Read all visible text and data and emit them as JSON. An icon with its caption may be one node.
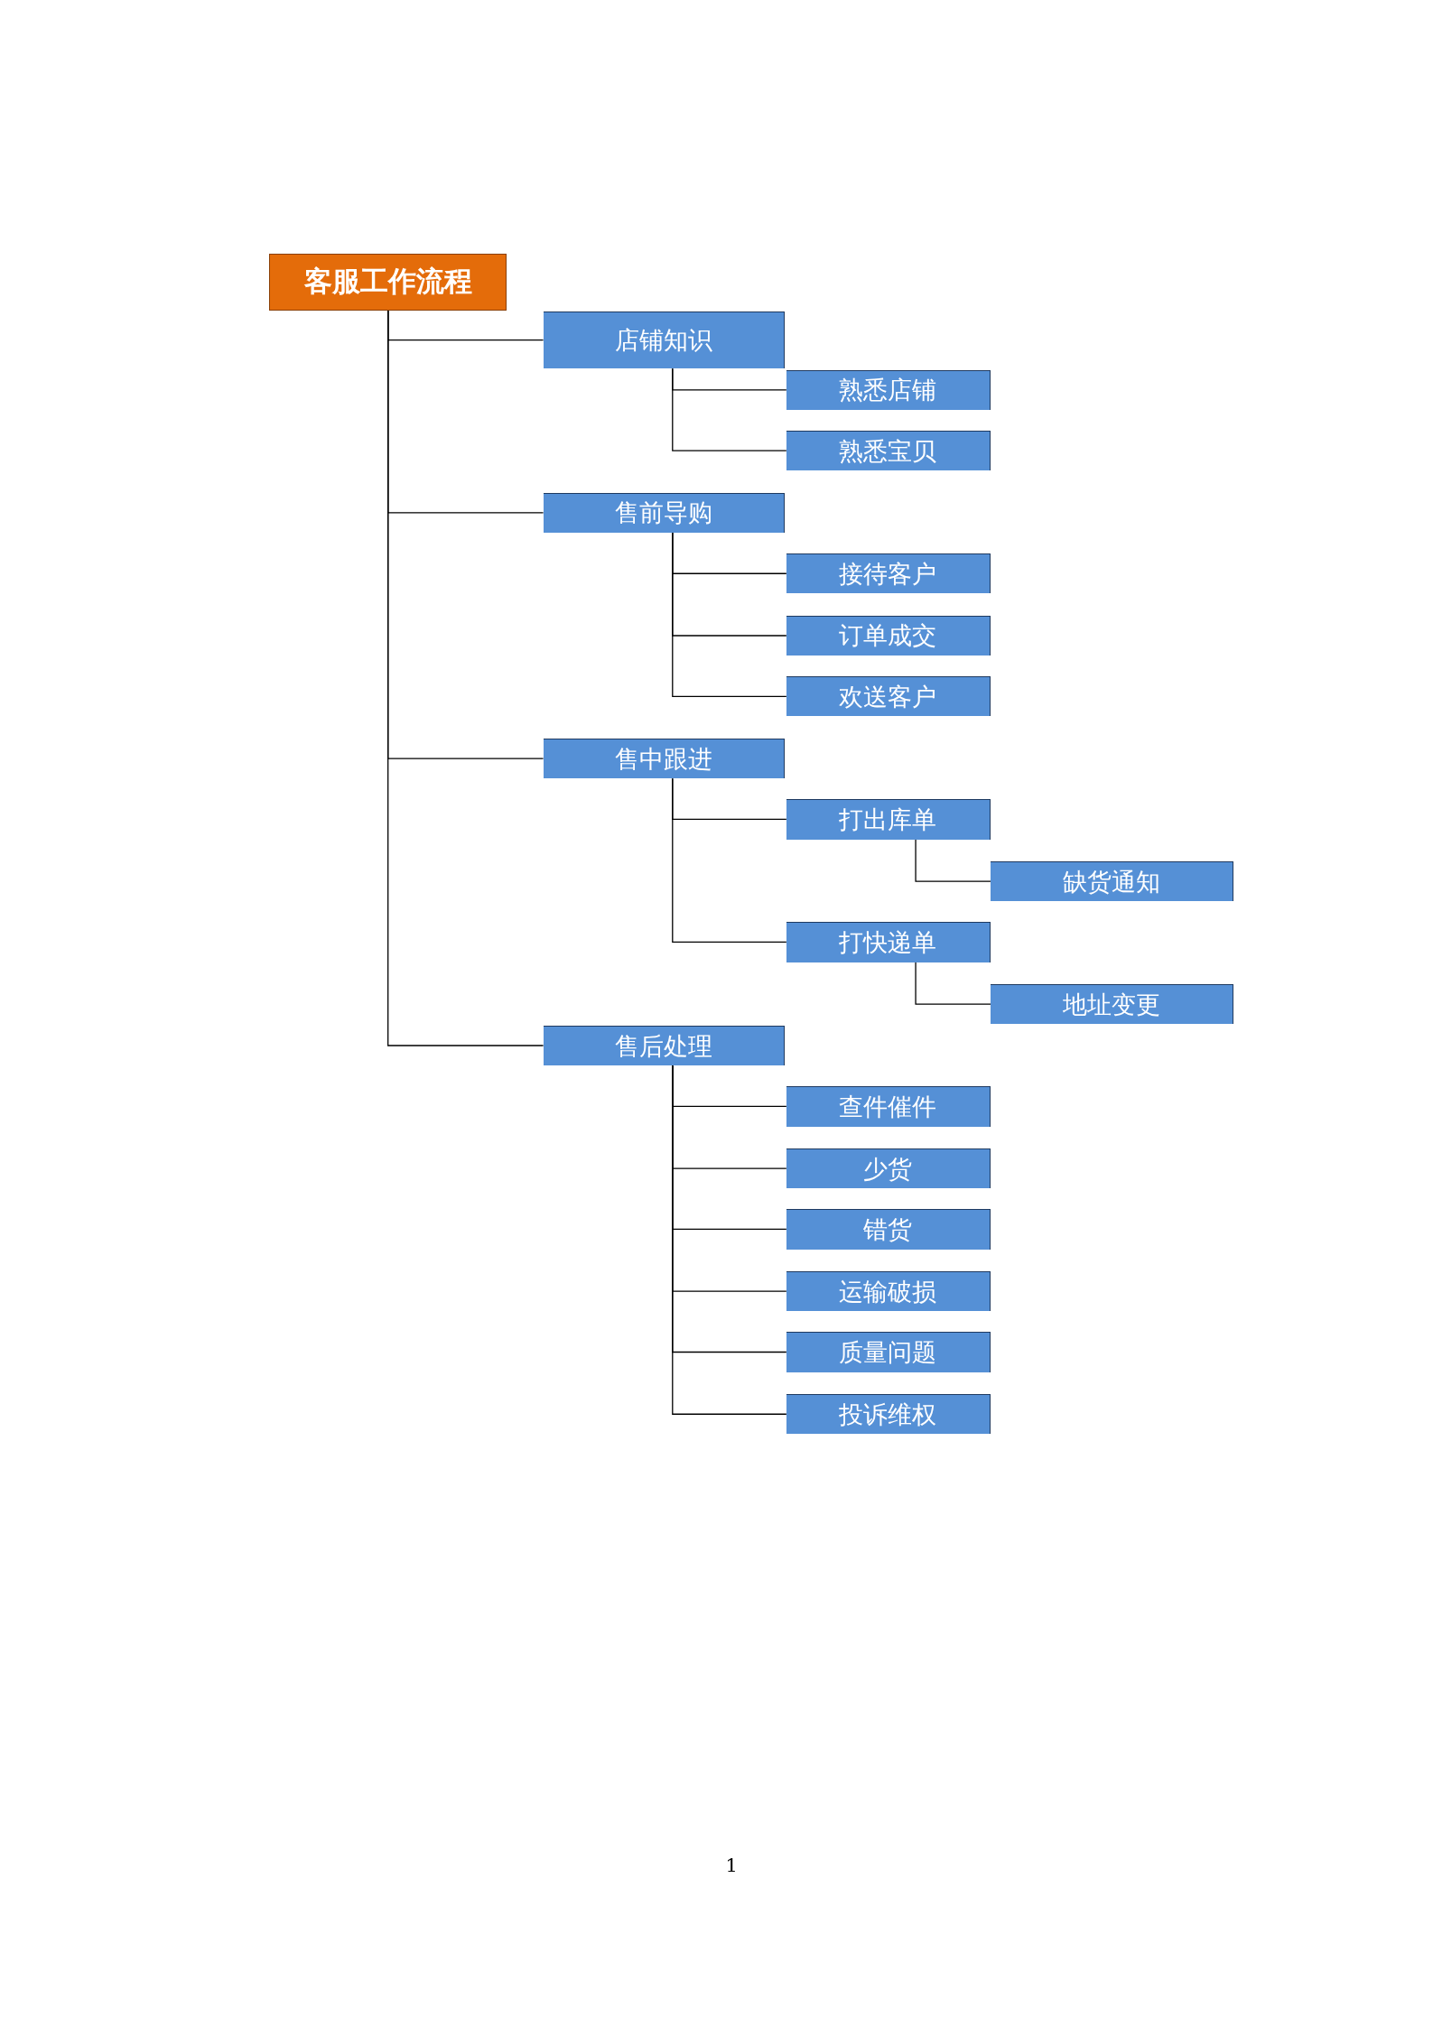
{
  "diagram": {
    "nodes": [
      {
        "text": [
          "客服工作流程"
        ]
      },
      {
        "text": [
          "店铺知识"
        ]
      },
      {
        "text": [
          "熟悉店铺"
        ]
      },
      {
        "text": [
          "熟悉宝贝"
        ]
      },
      {
        "text": [
          "售前导购"
        ]
      },
      {
        "text": [
          "接待客户"
        ]
      },
      {
        "text": [
          "订单成交"
        ]
      },
      {
        "text": [
          "欢送客户"
        ]
      },
      {
        "text": [
          "售中跟进"
        ]
      },
      {
        "text": [
          "打出库单"
        ]
      },
      {
        "text": [
          "缺货通知"
        ]
      },
      {
        "text": [
          "打快递单"
        ]
      },
      {
        "text": [
          "地址变更"
        ]
      },
      {
        "text": [
          "售后处理"
        ]
      },
      {
        "text": [
          "查件催件"
        ]
      },
      {
        "text": [
          "少货"
        ]
      },
      {
        "text": [
          "错货"
        ]
      },
      {
        "text": [
          "运输破损"
        ]
      },
      {
        "text": [
          "质量问题"
        ]
      },
      {
        "text": [
          "投诉维权"
        ]
      }
    ],
    "edges": [
      {
        "from": 0,
        "to": 1,
        "arrow": "none"
      },
      {
        "from": 0,
        "to": 4,
        "arrow": "none"
      },
      {
        "from": 0,
        "to": 8,
        "arrow": "none"
      },
      {
        "from": 0,
        "to": 13,
        "arrow": "none"
      },
      {
        "from": 1,
        "to": 2,
        "arrow": "none"
      },
      {
        "from": 1,
        "to": 3,
        "arrow": "none"
      },
      {
        "from": 4,
        "to": 5,
        "arrow": "none"
      },
      {
        "from": 4,
        "to": 6,
        "arrow": "none"
      },
      {
        "from": 4,
        "to": 7,
        "arrow": "none"
      },
      {
        "from": 8,
        "to": 9,
        "arrow": "none"
      },
      {
        "from": 8,
        "to": 11,
        "arrow": "none"
      },
      {
        "from": 9,
        "to": 10,
        "arrow": "none"
      },
      {
        "from": 11,
        "to": 12,
        "arrow": "none"
      },
      {
        "from": 13,
        "to": 14,
        "arrow": "none"
      },
      {
        "from": 13,
        "to": 15,
        "arrow": "none"
      },
      {
        "from": 13,
        "to": 16,
        "arrow": "none"
      },
      {
        "from": 13,
        "to": 17,
        "arrow": "none"
      },
      {
        "from": 13,
        "to": 18,
        "arrow": "none"
      },
      {
        "from": 13,
        "to": 19,
        "arrow": "none"
      }
    ],
    "labels": [
      "1"
    ]
  }
}
